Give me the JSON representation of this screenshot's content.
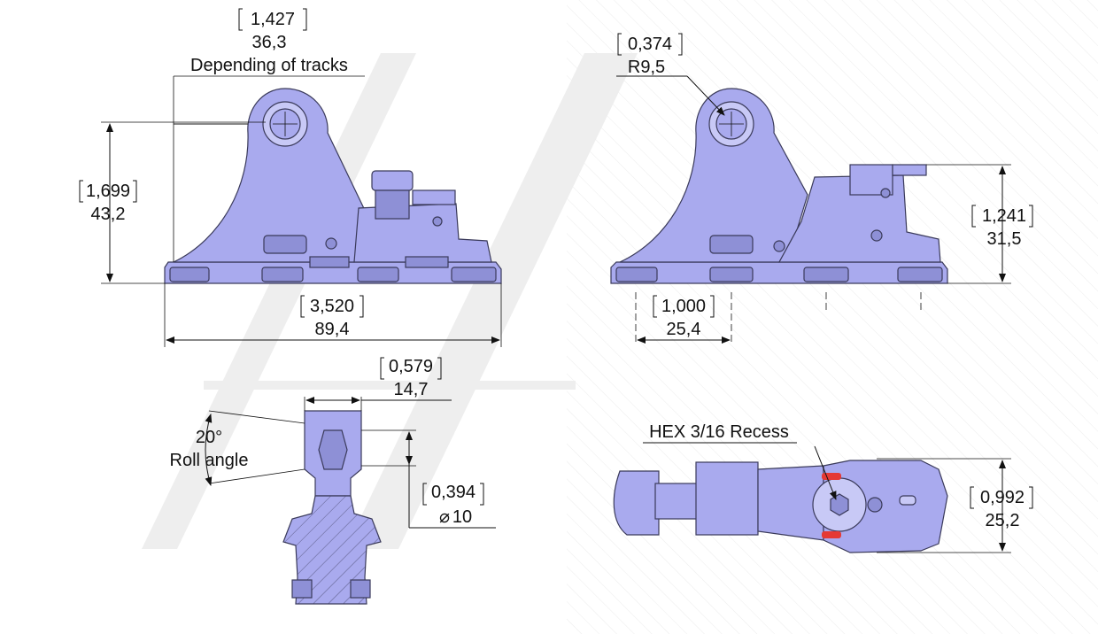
{
  "watermark": {
    "color_dark": "#ececec",
    "color_light": "#f2f2f2"
  },
  "colors": {
    "part": "#a9aaee",
    "part_dark": "#8e90d6",
    "accent_red": "#e53935"
  },
  "side_view": {
    "width_imperial": "1,427",
    "width_metric": "36,3",
    "width_note": "Depending of tracks",
    "height_imperial": "1,699",
    "height_metric": "43,2",
    "length_imperial": "3,520",
    "length_metric": "89,4"
  },
  "side_view_right": {
    "radius_imperial": "0,374",
    "radius_metric": "R9,5",
    "height_imperial": "1,241",
    "height_metric": "31,5",
    "pitch_imperial": "1,000",
    "pitch_metric": "25,4"
  },
  "front_view": {
    "width_imperial": "0,579",
    "width_metric": "14,7",
    "angle_value": "20°",
    "angle_label": "Roll angle",
    "diameter_imperial": "0,394",
    "diameter_symbol": "⌀",
    "diameter_metric": "10"
  },
  "top_view": {
    "hex_label": "HEX 3/16 Recess",
    "width_imperial": "0,992",
    "width_metric": "25,2"
  }
}
